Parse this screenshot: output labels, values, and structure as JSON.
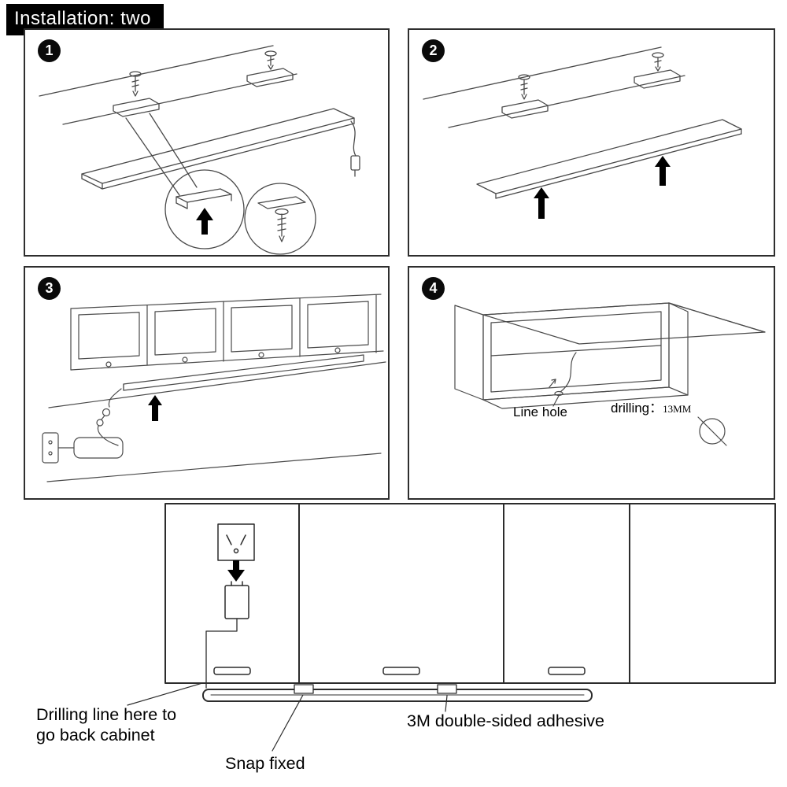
{
  "badge": {
    "text": "Installation: two"
  },
  "steps": [
    {
      "number": "1"
    },
    {
      "number": "2"
    },
    {
      "number": "3"
    },
    {
      "number": "4"
    }
  ],
  "step4": {
    "line_hole": "Line hole",
    "drilling": "drilling：",
    "drill_size": "13MM"
  },
  "bottom": {
    "drilling_line": "Drilling line here to go back cabinet",
    "snap_fixed": "Snap fixed",
    "adhesive": "3M double-sided adhesive"
  },
  "colors": {
    "badge_bg": "#000000",
    "badge_text": "#ffffff",
    "panel_border": "#2e2e2e",
    "line_color": "#4a4a4a",
    "text_color": "#000000"
  }
}
